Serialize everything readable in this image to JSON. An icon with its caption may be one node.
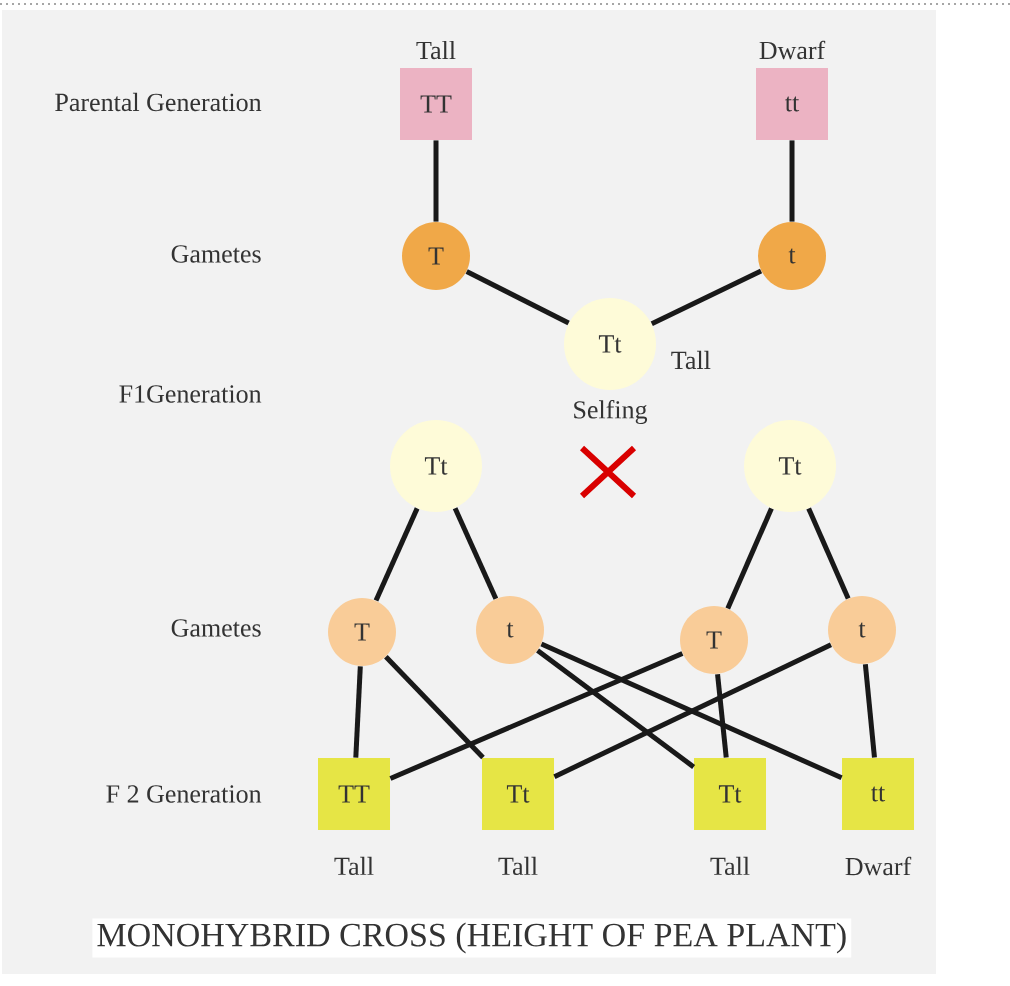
{
  "diagram": {
    "caption": "MONOHYBRID CROSS (HEIGHT OF PEA PLANT)",
    "nodes": [
      {
        "text": [
          "TT"
        ],
        "beside": [
          "Tall"
        ]
      },
      {
        "text": [
          "tt"
        ],
        "beside": [
          "Dwarf"
        ]
      },
      {
        "text": [
          "T"
        ]
      },
      {
        "text": [
          "t"
        ]
      },
      {
        "text": [
          "Tt"
        ],
        "beside": [
          "Tall"
        ]
      },
      {
        "text": [
          "Tt"
        ]
      },
      {
        "text": [
          "Tt"
        ]
      },
      {
        "text": [
          "T"
        ]
      },
      {
        "text": [
          "t"
        ]
      },
      {
        "text": [
          "T"
        ]
      },
      {
        "text": [
          "t"
        ]
      },
      {
        "text": [
          "TT"
        ],
        "beside": [
          "Tall"
        ]
      },
      {
        "text": [
          "Tt"
        ],
        "beside": [
          "Tall"
        ]
      },
      {
        "text": [
          "Tt"
        ],
        "beside": [
          "Tall"
        ]
      },
      {
        "text": [
          "tt"
        ],
        "beside": [
          "Dwarf"
        ]
      }
    ],
    "edges": [
      {
        "from": 0,
        "to": 2,
        "arrow": "none"
      },
      {
        "from": 1,
        "to": 3,
        "arrow": "none"
      },
      {
        "from": 2,
        "to": 4,
        "arrow": "none"
      },
      {
        "from": 3,
        "to": 4,
        "arrow": "none"
      },
      {
        "from": 5,
        "to": 7,
        "arrow": "none"
      },
      {
        "from": 5,
        "to": 8,
        "arrow": "none"
      },
      {
        "from": 6,
        "to": 9,
        "arrow": "none"
      },
      {
        "from": 6,
        "to": 10,
        "arrow": "none"
      },
      {
        "from": 7,
        "to": 11,
        "arrow": "none"
      },
      {
        "from": 7,
        "to": 12,
        "arrow": "none"
      },
      {
        "from": 8,
        "to": 13,
        "arrow": "none"
      },
      {
        "from": 8,
        "to": 14,
        "arrow": "none"
      },
      {
        "from": 9,
        "to": 11,
        "arrow": "none"
      },
      {
        "from": 9,
        "to": 13,
        "arrow": "none"
      },
      {
        "from": 10,
        "to": 12,
        "arrow": "none"
      },
      {
        "from": 10,
        "to": 14,
        "arrow": "none"
      }
    ],
    "labels": [
      "Parental Generation",
      "Gametes",
      "F1Generation",
      "Selfing",
      "Gametes",
      "F 2 Generation"
    ]
  }
}
